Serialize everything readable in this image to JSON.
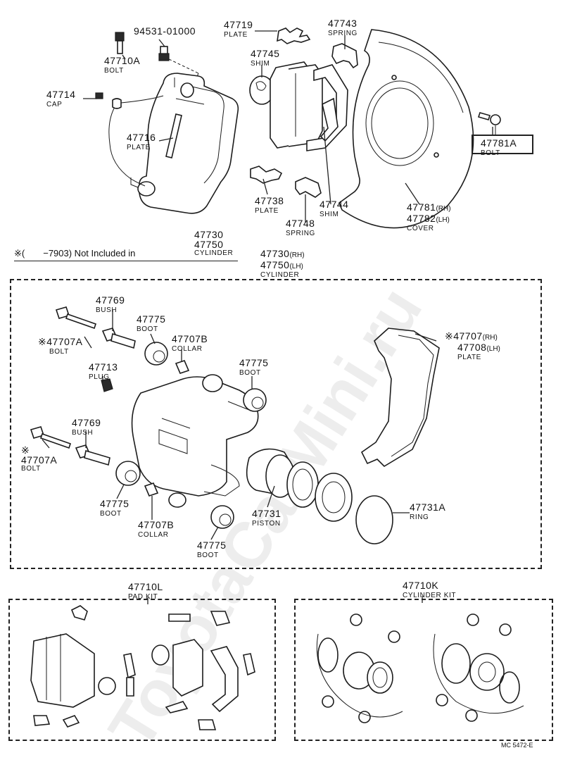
{
  "top": {
    "bolt_small": {
      "number": "94531-01000"
    },
    "bolt_47710a": {
      "number": "47710A",
      "name": "BOLT"
    },
    "plate_47719": {
      "number": "47719",
      "name": "PLATE"
    },
    "spring_47743": {
      "number": "47743",
      "name": "SPRING"
    },
    "shim_47745": {
      "number": "47745",
      "name": "SHIM"
    },
    "cap_47714": {
      "number": "47714",
      "name": "CAP"
    },
    "plate_47716": {
      "number": "47716",
      "name": "PLATE"
    },
    "bolt_47781a": {
      "number": "47781A",
      "name": "BOLT"
    },
    "plate_47738": {
      "number": "47738",
      "name": "PLATE"
    },
    "shim_47744": {
      "number": "47744",
      "name": "SHIM"
    },
    "spring_47748": {
      "number": "47748",
      "name": "SPRING"
    },
    "cover": {
      "number_rh": "47781",
      "number_lh": "47782",
      "rh": "(RH)",
      "lh": "(LH)",
      "name": "COVER"
    }
  },
  "note": {
    "text": "※(　　−7903)  Not  Included in",
    "ref_rh": "47730",
    "ref_lh": "47750",
    "ref_name": "CYLINDER"
  },
  "cylinder_header": {
    "number_rh": "47730",
    "number_lh": "47750",
    "rh": "(RH)",
    "lh": "(LH)",
    "name": "CYLINDER"
  },
  "cylinder": {
    "bush_upper": {
      "number": "47769",
      "name": "BUSH"
    },
    "boot_upper": {
      "number": "47775",
      "name": "BOOT"
    },
    "collar_upper": {
      "number": "47707B",
      "name": "COLLAR"
    },
    "bolt_upper": {
      "number": "※47707A",
      "name": "BOLT"
    },
    "plug": {
      "number": "47713",
      "name": "PLUG"
    },
    "boot_right": {
      "number": "47775",
      "name": "BOOT"
    },
    "plate_header": {
      "number_rh": "※47707",
      "number_lh": "47708",
      "rh": "(RH)",
      "lh": "(LH)",
      "name": "PLATE"
    },
    "bush_lower": {
      "number": "47769",
      "name": "BUSH"
    },
    "bolt_lower": {
      "number": "※",
      "number2": "47707A",
      "name": "BOLT"
    },
    "boot_lower": {
      "number": "47775",
      "name": "BOOT"
    },
    "collar_lower": {
      "number": "47707B",
      "name": "COLLAR"
    },
    "piston": {
      "number": "47731",
      "name": "PISTON"
    },
    "boot_bottom": {
      "number": "47775",
      "name": "BOOT"
    },
    "ring": {
      "number": "47731A",
      "name": "RING"
    }
  },
  "kits": {
    "pad_kit": {
      "number": "47710L",
      "name": "PAD KIT"
    },
    "cylinder_kit": {
      "number": "47710K",
      "name": "CYLINDER KIT"
    }
  },
  "footer": {
    "code": "MC  5472-E"
  },
  "watermark": {
    "text": "ToyotaCarMini.ru"
  }
}
